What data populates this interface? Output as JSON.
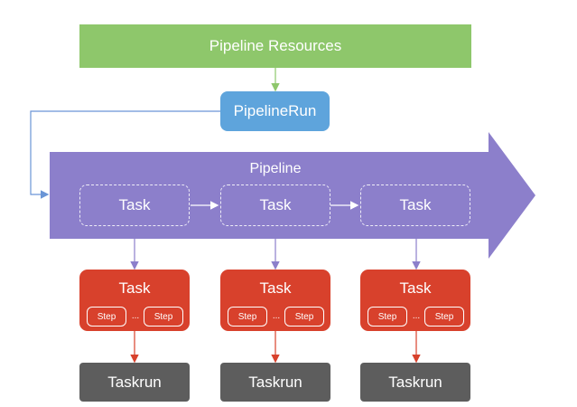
{
  "resources_label": "Pipeline Resources",
  "pipelinerun_label": "PipelineRun",
  "pipeline_label": "Pipeline",
  "pipeline_tasks": [
    "Task",
    "Task",
    "Task"
  ],
  "task_columns": [
    {
      "task_label": "Task",
      "step_left": "Step",
      "ellipsis": "...",
      "step_right": "Step",
      "taskrun_label": "Taskrun"
    },
    {
      "task_label": "Task",
      "step_left": "Step",
      "ellipsis": "...",
      "step_right": "Step",
      "taskrun_label": "Taskrun"
    },
    {
      "task_label": "Task",
      "step_left": "Step",
      "ellipsis": "...",
      "step_right": "Step",
      "taskrun_label": "Taskrun"
    }
  ],
  "colors": {
    "resources": "#8ec76b",
    "pipelinerun": "#5ea4dc",
    "pipeline": "#8c7fcb",
    "task": "#d8412c",
    "taskrun": "#5d5d5d",
    "connector_blue": "#6a95d6",
    "connector_purple": "#8c7fcb",
    "connector_red": "#d8412c",
    "connector_green": "#8ec76b"
  }
}
